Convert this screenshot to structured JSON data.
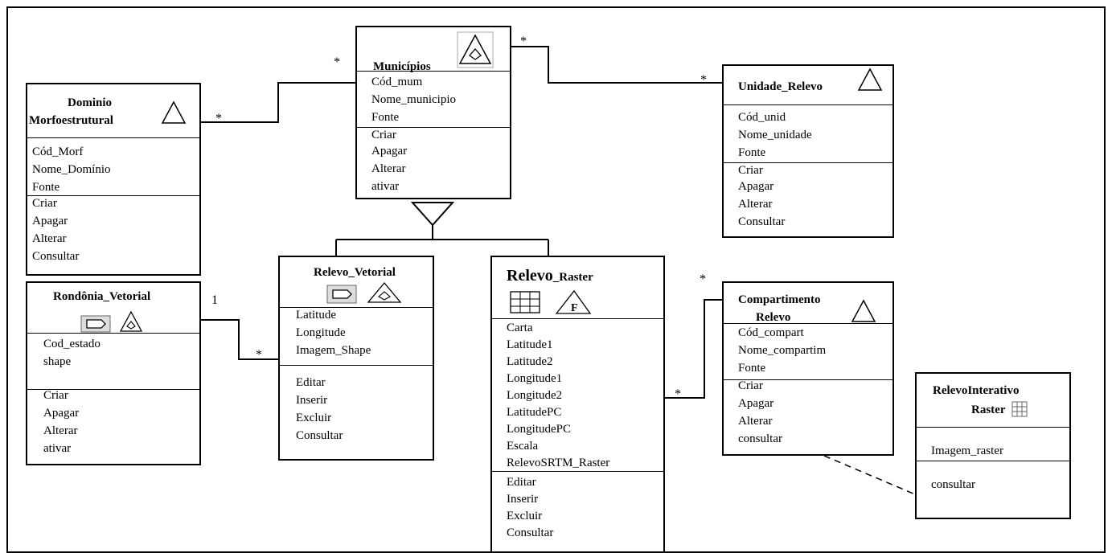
{
  "classes": {
    "municipios": {
      "name": "Municípios",
      "attributes": [
        "Cód_mum",
        "Nome_municipio",
        "Fonte"
      ],
      "operations": [
        "Criar",
        "Apagar",
        "Alterar",
        "ativar"
      ],
      "icon": "polygon-icon"
    },
    "dominio": {
      "name_line1": "Dominio",
      "name_line2": "Morfoestrutural",
      "attributes": [
        "Cód_Morf",
        "Nome_Domínio",
        "Fonte"
      ],
      "operations": [
        "Criar",
        "Apagar",
        "Alterar",
        "Consultar"
      ],
      "icon": "triangle-icon"
    },
    "unidade": {
      "name": "Unidade_Relevo",
      "attributes": [
        "Cód_unid",
        "Nome_unidade",
        "Fonte"
      ],
      "operations": [
        "Criar",
        "Apagar",
        "Alterar",
        "Consultar"
      ],
      "icon": "triangle-icon"
    },
    "rondonia": {
      "name": "Rondônia_Vetorial",
      "attributes": [
        "Cod_estado",
        "shape"
      ],
      "operations": [
        "Criar",
        "Apagar",
        "Alterar",
        "ativar"
      ],
      "icons": [
        "line-icon",
        "polygon-icon"
      ]
    },
    "relevo_vetorial": {
      "name": "Relevo_Vetorial",
      "attributes": [
        "Latitude",
        "Longitude",
        "Imagem_Shape"
      ],
      "operations": [
        "Editar",
        "Inserir",
        "Excluir",
        "Consultar"
      ],
      "icons": [
        "line-icon",
        "polygon-icon"
      ]
    },
    "relevo_raster": {
      "name_main": "Relevo",
      "name_suffix": "_Raster",
      "attributes": [
        "Carta",
        "Latitude1",
        "Latitude2",
        "Longitude1",
        "Longitude2",
        "LatitudePC",
        "LongitudePC",
        "Escala",
        "RelevoSRTM_Raster"
      ],
      "operations": [
        "Editar",
        "Inserir",
        "Excluir",
        "Consultar"
      ],
      "icons": [
        "grid-icon",
        "field-icon"
      ],
      "field_letter": "F"
    },
    "compartimento": {
      "name_line1": "Compartimento",
      "name_line2": "Relevo",
      "attributes": [
        "Cód_compart",
        "Nome_compartim",
        "Fonte"
      ],
      "operations": [
        "Criar",
        "Apagar",
        "Alterar",
        "consultar"
      ],
      "icon": "triangle-icon"
    },
    "interativo": {
      "name_line1": "RelevoInterativo",
      "name_line2": "Raster",
      "attributes": [
        "Imagem_raster"
      ],
      "operations": [
        "consultar"
      ],
      "icon": "grid-icon"
    }
  },
  "multiplicities": {
    "municipios_dominio_top": "*",
    "municipios_dominio_bottom": "*",
    "municipios_unidade_top": "*",
    "municipios_unidade_bottom": "*",
    "rondonia_one": "1",
    "rondonia_relevo_many": "*",
    "compart_top": "*",
    "compart_bottom": "*"
  },
  "colors": {
    "line": "#000000",
    "background": "#ffffff"
  }
}
